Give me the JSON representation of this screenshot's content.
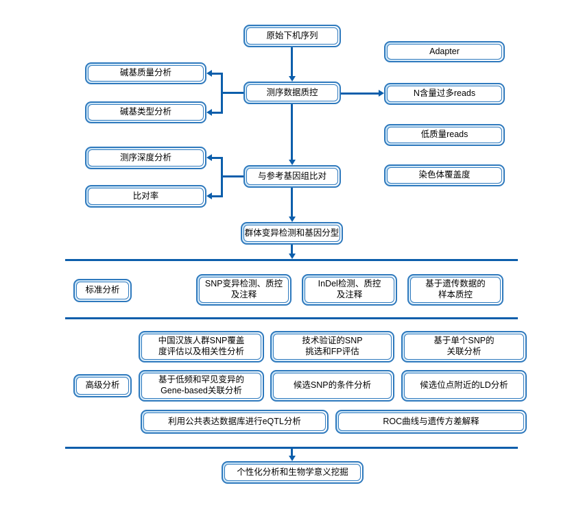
{
  "palette": {
    "box_border": "#2E79BD",
    "box_highlight": "#C5E2F6",
    "arrow": "#0C5EAB",
    "divider": "#0C5EAB",
    "text": "#000000"
  },
  "nodes": {
    "raw_reads": {
      "label": "原始下机序列"
    },
    "adapter": {
      "label": "Adapter"
    },
    "base_quality": {
      "label": "碱基质量分析"
    },
    "seq_qc": {
      "label": "测序数据质控"
    },
    "n_reads": {
      "label": "N含量过多reads"
    },
    "base_type": {
      "label": "碱基类型分析"
    },
    "low_quality": {
      "label": "低质量reads"
    },
    "depth": {
      "label": "测序深度分析"
    },
    "align_ref": {
      "label": "与参考基因组比对"
    },
    "chrom_coverage": {
      "label": "染色体覆盖度"
    },
    "map_rate": {
      "label": "比对率"
    },
    "pop_variant": {
      "label": "群体变异检测和基因分型"
    },
    "standard_label": {
      "label": "标准分析"
    },
    "snp_detect": {
      "label": "SNP变异检测、质控\n及注释"
    },
    "indel_detect": {
      "label": "InDel检测、质控\n及注释"
    },
    "sample_qc": {
      "label": "基于遗传数据的\n样本质控"
    },
    "advanced_label": {
      "label": "高级分析"
    },
    "han_snp": {
      "label": "中国汉族人群SNP覆盖\n度评估以及相关性分析"
    },
    "tech_snp": {
      "label": "技术验证的SNP\n挑选和FP评估"
    },
    "single_snp": {
      "label": "基于单个SNP的\n关联分析"
    },
    "gene_based": {
      "label": "基于低频和罕见变异的\nGene-based关联分析"
    },
    "cond_snp": {
      "label": "候选SNP的条件分析"
    },
    "ld_analysis": {
      "label": "候选位点附近的LD分析"
    },
    "eqtl": {
      "label": "利用公共表达数据库进行eQTL分析"
    },
    "roc": {
      "label": "ROC曲线与遗传方差解释"
    },
    "personalized": {
      "label": "个性化分析和生物学意义挖掘"
    }
  }
}
